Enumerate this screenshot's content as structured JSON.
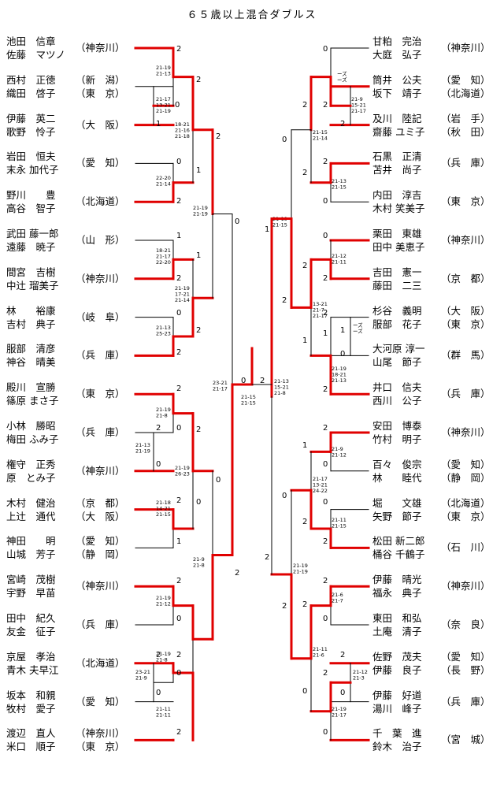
{
  "title": "６５歳以上混合ダブルス",
  "left": [
    {
      "p1": "池田　信章",
      "p2": "佐藤　マツノ",
      "pref": "（神奈川）"
    },
    {
      "p1": "西村　正徳",
      "p2": "織田　啓子",
      "pref": "（新　潟）\n（東　京）"
    },
    {
      "p1": "伊藤　英二",
      "p2": "歌野　怜子",
      "pref": "（大　阪）"
    },
    {
      "p1": "岩田　恒夫",
      "p2": "末永 加代子",
      "pref": "（愛　知）"
    },
    {
      "p1": "野川　　豊",
      "p2": "高谷　智子",
      "pref": "（北海道）"
    },
    {
      "p1": "武田 藤一郎",
      "p2": "遠藤　暁子",
      "pref": "（山　形）"
    },
    {
      "p1": "間宮　吉樹",
      "p2": "中辻 瑠美子",
      "pref": "（神奈川）"
    },
    {
      "p1": "林　　裕康",
      "p2": "吉村　典子",
      "pref": "（岐　阜）"
    },
    {
      "p1": "服部　清彦",
      "p2": "神谷　晴美",
      "pref": "（兵　庫）"
    },
    {
      "p1": "殿川　宣勝",
      "p2": "篠原 まさ子",
      "pref": "（東　京）"
    },
    {
      "p1": "小林　勝昭",
      "p2": "梅田 ふみ子",
      "pref": "（兵　庫）"
    },
    {
      "p1": "権守　正秀",
      "p2": "原　とみ子",
      "pref": "（神奈川）"
    },
    {
      "p1": "木村　健治",
      "p2": "上辻　通代",
      "pref": "（京　都）\n（大　阪）"
    },
    {
      "p1": "神田　　明",
      "p2": "山城　芳子",
      "pref": "（愛　知）\n（静　岡）"
    },
    {
      "p1": "宮崎　茂樹",
      "p2": "宇野　早苗",
      "pref": "（神奈川）"
    },
    {
      "p1": "田中　紀久",
      "p2": "友金　征子",
      "pref": "（兵　庫）"
    },
    {
      "p1": "京屋　孝治",
      "p2": "青木 夫早江",
      "pref": "（北海道）"
    },
    {
      "p1": "坂本　和親",
      "p2": "牧村　愛子",
      "pref": "（愛　知）"
    },
    {
      "p1": "渡辺　直人",
      "p2": "米口　順子",
      "pref": "（神奈川）\n（東　京）"
    }
  ],
  "right": [
    {
      "p1": "甘粕　完治",
      "p2": "大庭　弘子",
      "pref": "（神奈川）"
    },
    {
      "p1": "筒井　公夫",
      "p2": "坂下　靖子",
      "pref": "（愛　知）\n（北海道）"
    },
    {
      "p1": "及川　陸記",
      "p2": "齋藤 ユミ子",
      "pref": "（岩　手）\n（秋　田）"
    },
    {
      "p1": "石黒　正清",
      "p2": "苫井　尚子",
      "pref": "（兵　庫）"
    },
    {
      "p1": "内田　淳吉",
      "p2": "木村 笑美子",
      "pref": "（東　京）"
    },
    {
      "p1": "栗田　東雄",
      "p2": "田中 美恵子",
      "pref": "（神奈川）"
    },
    {
      "p1": "吉田　憲一",
      "p2": "藤田　二三",
      "pref": "（京　都）"
    },
    {
      "p1": "杉谷　義明",
      "p2": "服部　花子",
      "pref": "（大　阪）\n（東　京）"
    },
    {
      "p1": "大河原 淳一",
      "p2": "山尾　節子",
      "pref": "（群　馬）"
    },
    {
      "p1": "井口　信夫",
      "p2": "西川　公子",
      "pref": "（兵　庫）"
    },
    {
      "p1": "安田　博泰",
      "p2": "竹村　明子",
      "pref": "（神奈川）"
    },
    {
      "p1": "百々　俊宗",
      "p2": "林　　睦代",
      "pref": "（愛　知）\n（静　岡）"
    },
    {
      "p1": "堀　　文雄",
      "p2": "矢野　節子",
      "pref": "（北海道）\n（東　京）"
    },
    {
      "p1": "松田 新二郎",
      "p2": "桶谷 千鶴子",
      "pref": "（石　川）"
    },
    {
      "p1": "伊藤　晴光",
      "p2": "福永　典子",
      "pref": "（神奈川）"
    },
    {
      "p1": "東田　和弘",
      "p2": "土庵　清子",
      "pref": "（奈　良）"
    },
    {
      "p1": "佐野　茂夫",
      "p2": "伊藤　良子",
      "pref": "（愛　知）\n（長　野）"
    },
    {
      "p1": "伊藤　好道",
      "p2": "湯川　峰子",
      "pref": "（兵　庫）"
    },
    {
      "p1": "千　葉　進",
      "p2": "鈴木　治子",
      "pref": "（宮　城）"
    }
  ],
  "games": {
    "L_r1_a": "21-17\n13-21\n21-19",
    "L_r2_a": "21-19\n21-13",
    "L_r2_b": "22-20\n21-14",
    "L_r3_a": "18-21\n21-16\n21-18",
    "L_r1_b": "18-21\n21-17\n22-20",
    "L_r2_c": "21-13\n25-23",
    "L_r3_b": "21-19\n17-21\n21-14",
    "L_r4_a": "21-19\n21-19",
    "L_r1_c": "21-13\n21-19",
    "L_r2_d": "21-19\n21-8",
    "L_r1_d": "21-18\n14-21\n21-15",
    "L_r3_c": "21-19\n26-23",
    "L_r4_b": "21-9\n21-8",
    "L_r2_e": "21-19\n21-12",
    "L_r1_e": "23-21\n21-9",
    "L_r2_f": "21-19\n21-8",
    "L_r2_g": "21-11\n21-11",
    "L_sf": "23-21\n21-17",
    "final": "21-15\n21-15",
    "R_sf": "21-13\n15-21\n21-8",
    "R_r4_a": "21-19\n21-15",
    "R_r1_a": "ーズ\nーズ",
    "R_r1_b": "21-9\n15-21\n21-17",
    "R_r2_a": "21-15\n21-14",
    "R_r2_b": "21-13\n21-15",
    "R_r2_c": "21-12\n21-11",
    "R_r3_a": "13-21\n21-7\n21-17",
    "R_r1_c": "ーズ\nーズ",
    "R_r2_d": "21-19\n18-21\n21-13",
    "R_r2_e": "21-9\n21-12",
    "R_r3_b": "21-17\n13-21\n24-22",
    "R_r2_f": "21-11\n21-15",
    "R_r4_b": "21-19\n21-19",
    "R_r2_g": "21-6\n21-7",
    "R_r3_c": "21-11\n21-6",
    "R_r1_d": "21-12\n21-3",
    "R_r2_h": "21-19\n21-17"
  }
}
